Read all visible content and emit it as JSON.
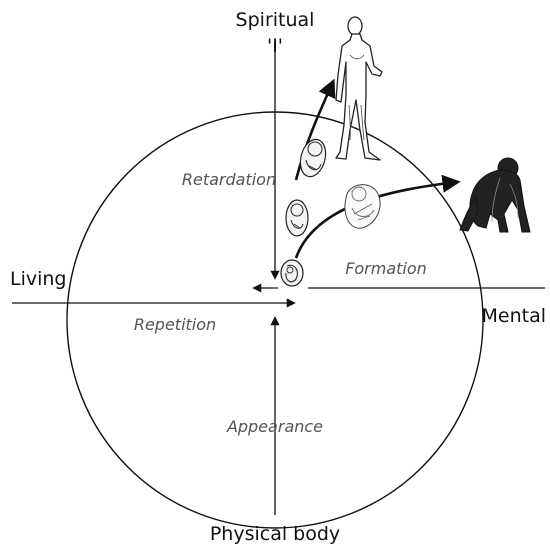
{
  "labels": {
    "top": "Spiritual",
    "top_sub": "'I'",
    "left": "Living",
    "right": "Mental",
    "bottom": "Physical body"
  },
  "processes": {
    "up": "Retardation",
    "right": "Formation",
    "left": "Repetition",
    "down": "Appearance"
  },
  "images": [
    "standing-human-figure",
    "walking-ape-figure",
    "early-embryo",
    "foetus-curled",
    "foetus-late",
    "foetus-skeletal"
  ],
  "colors": {
    "line": "#111111",
    "process_text": "#555555"
  }
}
